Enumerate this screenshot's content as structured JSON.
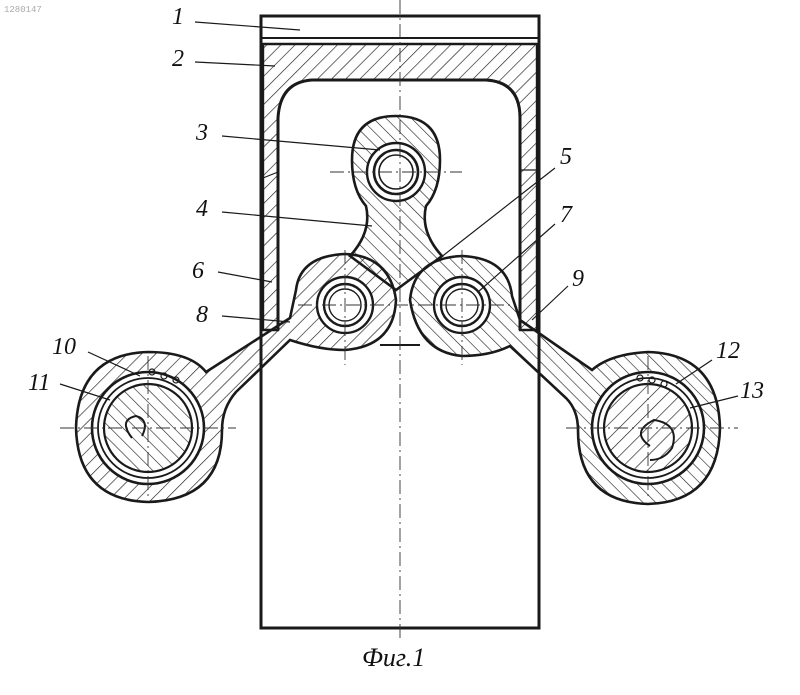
{
  "figure": {
    "caption": "Фиг.1",
    "stamp": "1280147",
    "labels": [
      {
        "id": "1",
        "text": "1"
      },
      {
        "id": "2",
        "text": "2"
      },
      {
        "id": "3",
        "text": "3"
      },
      {
        "id": "4",
        "text": "4"
      },
      {
        "id": "5",
        "text": "5"
      },
      {
        "id": "6",
        "text": "6"
      },
      {
        "id": "7",
        "text": "7"
      },
      {
        "id": "8",
        "text": "8"
      },
      {
        "id": "9",
        "text": "9"
      },
      {
        "id": "10",
        "text": "10"
      },
      {
        "id": "11",
        "text": "11"
      },
      {
        "id": "12",
        "text": "12"
      },
      {
        "id": "13",
        "text": "13"
      }
    ]
  }
}
